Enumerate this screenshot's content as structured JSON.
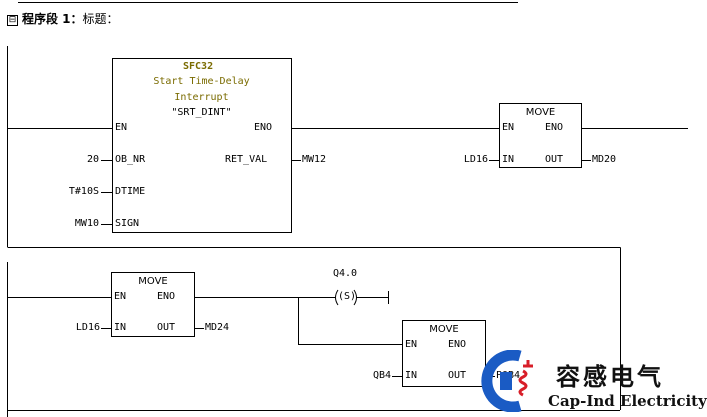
{
  "network": {
    "toggle": "⊟",
    "label": "程序段 1",
    "colon": "：",
    "title": "标题："
  },
  "sfc": {
    "name": "SFC32",
    "desc1": "Start Time-Delay",
    "desc2": "Interrupt",
    "desc3": "\"SRT_DINT\"",
    "en": "EN",
    "eno": "ENO",
    "pins": {
      "ob_nr": "OB_NR",
      "dtime": "DTIME",
      "sign": "SIGN",
      "ret_val": "RET_VAL"
    },
    "inputs": {
      "ob_nr": "20",
      "dtime": "T#10S",
      "sign": "MW10"
    },
    "ret_val_output": "MW12"
  },
  "move_top": {
    "title": "MOVE",
    "en": "EN",
    "eno": "ENO",
    "in_pin": "IN",
    "out_pin": "OUT",
    "in_value": "LD16",
    "out_value": "MD20"
  },
  "move_left": {
    "title": "MOVE",
    "en": "EN",
    "eno": "ENO",
    "in_pin": "IN",
    "out_pin": "OUT",
    "in_value": "LD16",
    "out_value": "MD24"
  },
  "coil": {
    "address": "Q4.0",
    "symbol": "(S)"
  },
  "move_bottom": {
    "title": "MOVE",
    "en": "EN",
    "eno": "ENO",
    "in_pin": "IN",
    "out_pin": "OUT",
    "in_value": "QB4",
    "out_value": "PQB4"
  },
  "watermark": {
    "brand_cn": "容感电气",
    "brand_en": "Cap-Ind Electricity",
    "colors": {
      "logo_blue": "#1a5bc4",
      "logo_red": "#d81e28"
    }
  }
}
